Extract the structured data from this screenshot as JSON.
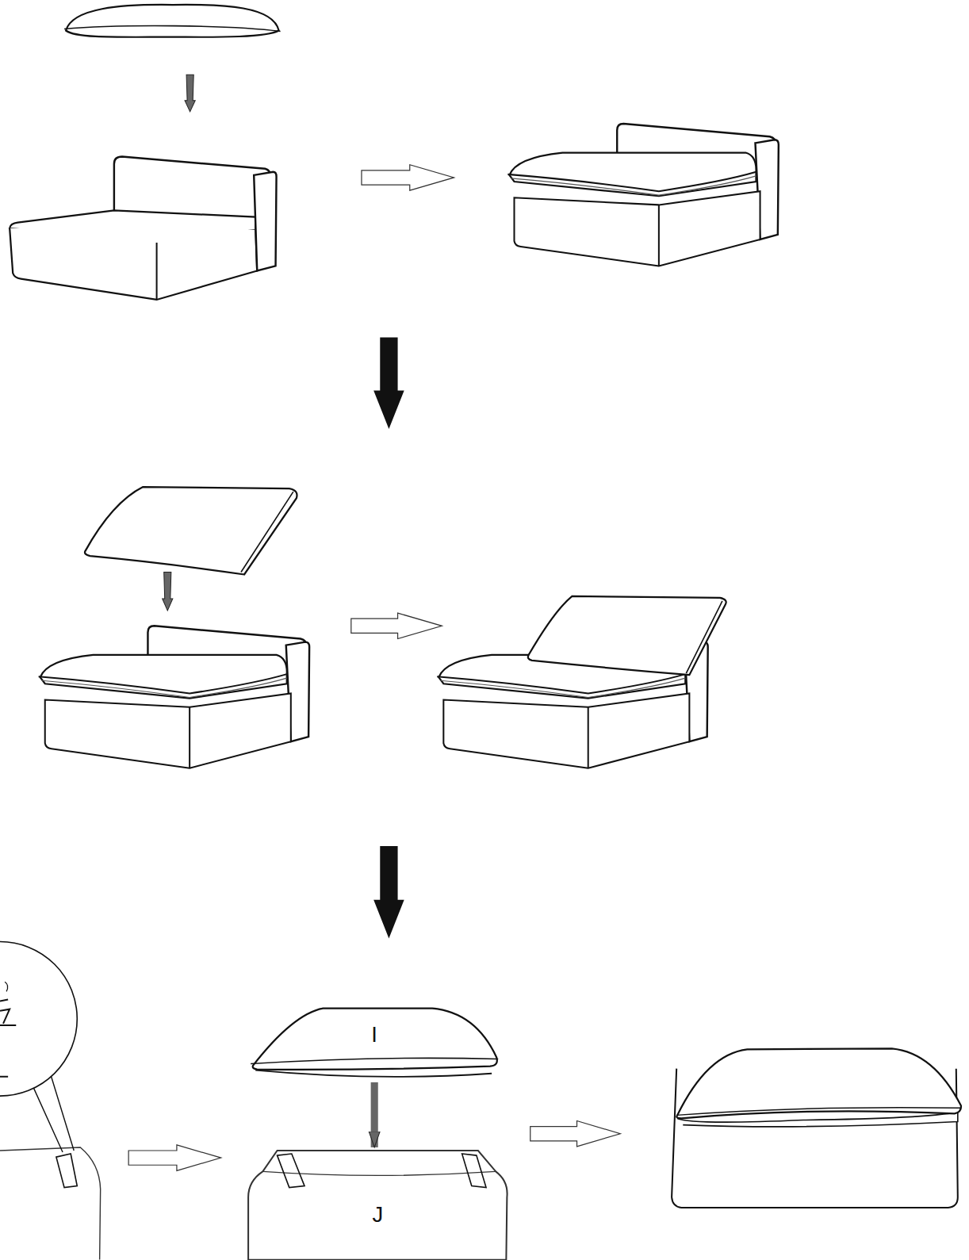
{
  "diagram": {
    "nodes": [
      {
        "text": [
          "I"
        ]
      },
      {
        "text": [
          "J"
        ]
      }
    ],
    "edges": [
      {
        "from": 0,
        "to": 1,
        "arrow": "to"
      }
    ]
  }
}
